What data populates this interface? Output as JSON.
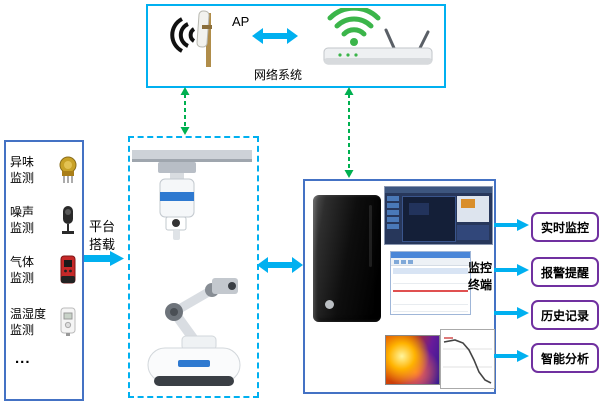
{
  "network": {
    "ap_label": "AP",
    "system_label": "网络系统"
  },
  "sensors": {
    "items": [
      {
        "label": "异味监测"
      },
      {
        "label": "噪声监测"
      },
      {
        "label": "气体监测"
      },
      {
        "label": "温湿度监测"
      }
    ],
    "ellipsis": "..."
  },
  "platform": {
    "label": "平台搭载"
  },
  "terminal": {
    "label": "监控终端"
  },
  "features": [
    {
      "label": "实时监控"
    },
    {
      "label": "报警提醒"
    },
    {
      "label": "历史记录"
    },
    {
      "label": "智能分析"
    }
  ],
  "colors": {
    "arrow": "#00B0F0",
    "network_link": "#00B050",
    "panel_border": "#4472C4",
    "feature_border": "#7030A0",
    "wifi_green": "#3BB54A"
  }
}
